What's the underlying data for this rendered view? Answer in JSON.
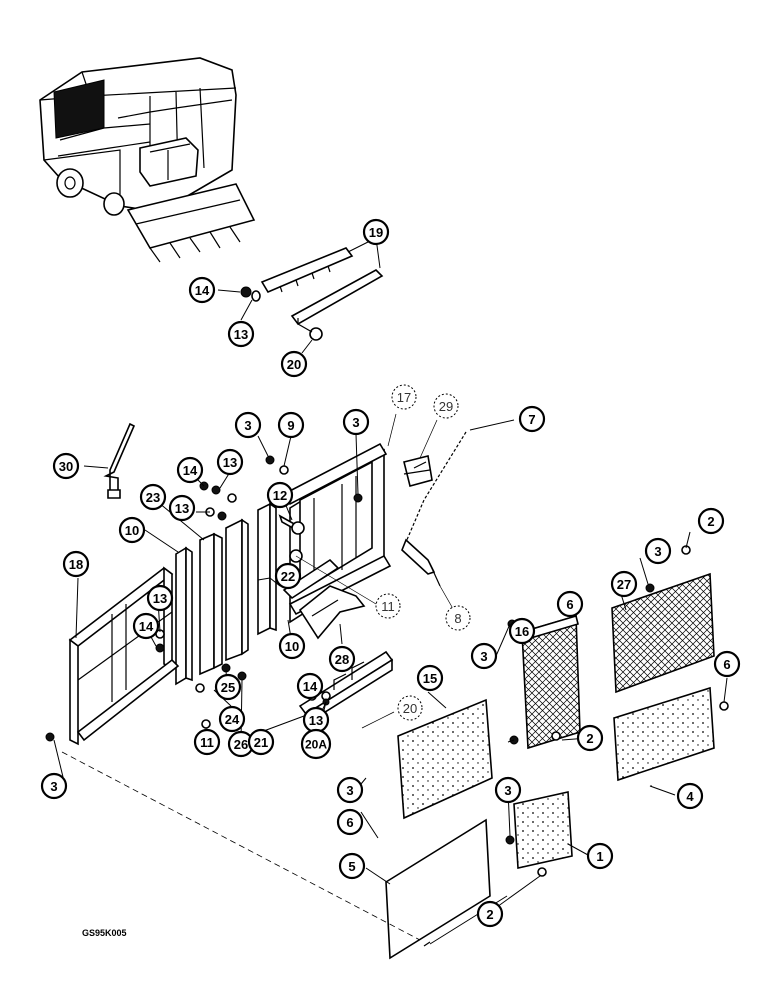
{
  "drawing": {
    "reference_code": "GS95K005"
  },
  "callouts": [
    {
      "id": "c19",
      "label": "19",
      "style": "solid"
    },
    {
      "id": "c14a",
      "label": "14",
      "style": "solid"
    },
    {
      "id": "c13a",
      "label": "13",
      "style": "solid"
    },
    {
      "id": "c20a",
      "label": "20",
      "style": "solid"
    },
    {
      "id": "c3a",
      "label": "3",
      "style": "solid"
    },
    {
      "id": "c9",
      "label": "9",
      "style": "solid"
    },
    {
      "id": "c3b",
      "label": "3",
      "style": "solid"
    },
    {
      "id": "c17",
      "label": "17",
      "style": "dashed"
    },
    {
      "id": "c29",
      "label": "29",
      "style": "dashed"
    },
    {
      "id": "c7",
      "label": "7",
      "style": "solid"
    },
    {
      "id": "c30",
      "label": "30",
      "style": "solid"
    },
    {
      "id": "c14b",
      "label": "14",
      "style": "solid"
    },
    {
      "id": "c13b",
      "label": "13",
      "style": "solid"
    },
    {
      "id": "c23",
      "label": "23",
      "style": "solid"
    },
    {
      "id": "c13c",
      "label": "13",
      "style": "solid"
    },
    {
      "id": "c12",
      "label": "12",
      "style": "solid"
    },
    {
      "id": "c10a",
      "label": "10",
      "style": "solid"
    },
    {
      "id": "c22",
      "label": "22",
      "style": "solid"
    },
    {
      "id": "c11a",
      "label": "11",
      "style": "dashed"
    },
    {
      "id": "c18",
      "label": "18",
      "style": "solid"
    },
    {
      "id": "c13d",
      "label": "13",
      "style": "solid"
    },
    {
      "id": "c14c",
      "label": "14",
      "style": "solid"
    },
    {
      "id": "c10b",
      "label": "10",
      "style": "solid"
    },
    {
      "id": "c28",
      "label": "28",
      "style": "solid"
    },
    {
      "id": "c8",
      "label": "8",
      "style": "dashed"
    },
    {
      "id": "c2a",
      "label": "2",
      "style": "solid"
    },
    {
      "id": "c3c",
      "label": "3",
      "style": "solid"
    },
    {
      "id": "c27",
      "label": "27",
      "style": "solid"
    },
    {
      "id": "c6a",
      "label": "6",
      "style": "solid"
    },
    {
      "id": "c16",
      "label": "16",
      "style": "solid"
    },
    {
      "id": "c3d",
      "label": "3",
      "style": "solid"
    },
    {
      "id": "c6b",
      "label": "6",
      "style": "solid"
    },
    {
      "id": "c15",
      "label": "15",
      "style": "solid"
    },
    {
      "id": "c25",
      "label": "25",
      "style": "solid"
    },
    {
      "id": "c14d",
      "label": "14",
      "style": "solid"
    },
    {
      "id": "c24",
      "label": "24",
      "style": "solid"
    },
    {
      "id": "c13e",
      "label": "13",
      "style": "solid"
    },
    {
      "id": "c20b",
      "label": "20",
      "style": "dashed"
    },
    {
      "id": "c11b",
      "label": "11",
      "style": "solid"
    },
    {
      "id": "c26",
      "label": "26",
      "style": "solid"
    },
    {
      "id": "c21",
      "label": "21",
      "style": "solid"
    },
    {
      "id": "c20A",
      "label": "20A",
      "style": "solid"
    },
    {
      "id": "c2b",
      "label": "2",
      "style": "solid"
    },
    {
      "id": "c3e",
      "label": "3",
      "style": "solid"
    },
    {
      "id": "c3f",
      "label": "3",
      "style": "solid"
    },
    {
      "id": "c4",
      "label": "4",
      "style": "solid"
    },
    {
      "id": "c3g",
      "label": "3",
      "style": "solid"
    },
    {
      "id": "c6c",
      "label": "6",
      "style": "solid"
    },
    {
      "id": "c1",
      "label": "1",
      "style": "solid"
    },
    {
      "id": "c5",
      "label": "5",
      "style": "solid"
    },
    {
      "id": "c2c",
      "label": "2",
      "style": "solid"
    }
  ]
}
